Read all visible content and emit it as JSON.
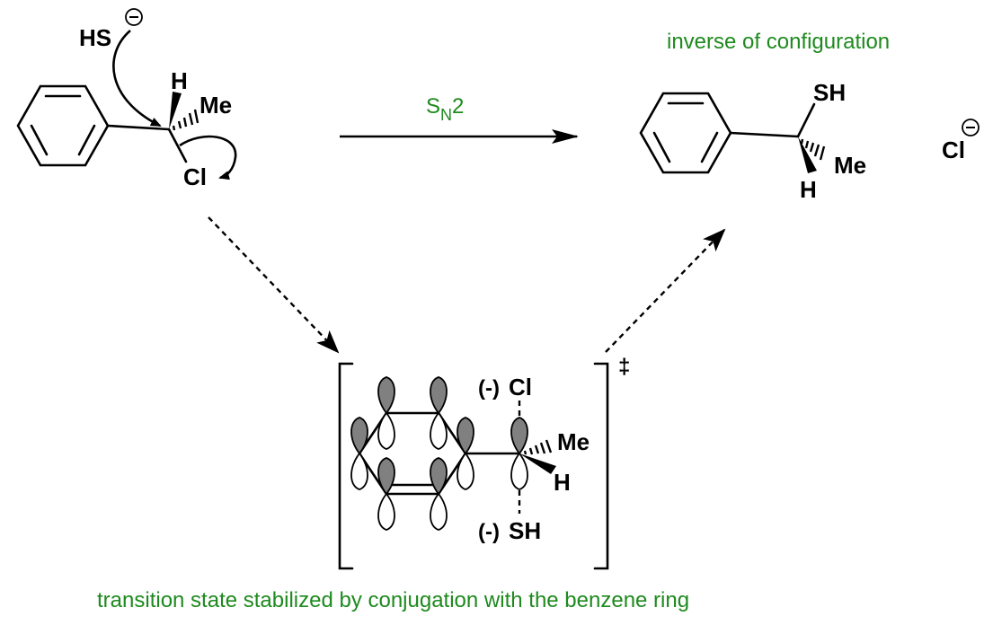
{
  "colors": {
    "annotation": "#1e8a1e",
    "ink": "#000000",
    "orbital_shade": "#808080",
    "orbital_light": "#ffffff"
  },
  "reactant": {
    "nucleophile": "HS",
    "nucleophile_charge": "⊖",
    "substituent_h": "H",
    "substituent_me": "Me",
    "leaving_group": "Cl"
  },
  "reaction": {
    "label_main": "S",
    "label_sub": "N",
    "label_tail": "2"
  },
  "product": {
    "note": "inverse of configuration",
    "substituent_sh": "SH",
    "substituent_me": "Me",
    "substituent_h": "H",
    "byproduct": "Cl",
    "byproduct_charge": "⊖"
  },
  "transition_state": {
    "top_charge": "(-)",
    "top_group": "Cl",
    "bottom_charge": "(-)",
    "bottom_group": "SH",
    "substituent_me": "Me",
    "substituent_h": "H",
    "symbol": "‡",
    "caption": "transition state stabilized by conjugation with the benzene ring"
  }
}
